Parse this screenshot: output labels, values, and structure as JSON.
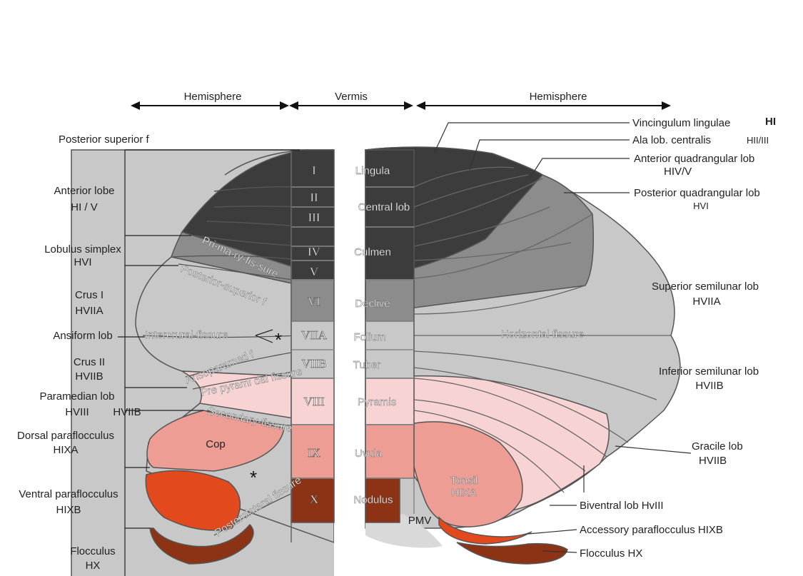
{
  "colors": {
    "dark": "#3c3c3c",
    "mid": "#8c8c8c",
    "light": "#c8c8c8",
    "pale_pink": "#f8d3d3",
    "pink": "#ee9d95",
    "orange": "#e24a1d",
    "brown": "#8c3315"
  },
  "header": {
    "hemisphere_left": "Hemisphere",
    "vermis": "Vermis",
    "hemisphere_right": "Hemisphere"
  },
  "left_labels": {
    "posterior_superior_f": "Posterior superior f",
    "anterior_lobe": "Anterior lobe",
    "anterior_lobe_sub": "HI / V",
    "lobulus_simplex": "Lobulus simplex",
    "lobulus_simplex_sub": "HVI",
    "crus1": "Crus I",
    "crus1_sub": "HVIIA",
    "ansiform": "Ansiform lob",
    "crus2": "Crus II",
    "crus2_sub": "HVIIB",
    "paramedian": "Paramedian lob",
    "paramedian_sub": "HVIII",
    "paramedian_sub2": "HVIIB",
    "dorsal_parafloc": "Dorsal paraflocculus",
    "dorsal_parafloc_sub": "HIXA",
    "ventral_parafloc": "Ventral paraflocculus",
    "ventral_parafloc_sub": "HIXB",
    "flocculus": "Flocculus",
    "flocculus_sub": "HX"
  },
  "lobules": [
    "I",
    "II",
    "III",
    "IV",
    "V",
    "VI",
    "VIIA",
    "VIIB",
    "VIII",
    "IX",
    "X"
  ],
  "vermis_names": [
    "Lingula",
    "Central lob",
    "Culmen",
    "Declive",
    "Folium",
    "Tuber",
    "Pyramis",
    "Uvula",
    "Nodulus"
  ],
  "fissures": {
    "primary": "Pri-ma-ry-fis-sure",
    "posterior_superior": "Posterior-superior f",
    "intercrural": "Intercrural-fissure",
    "ansoparamed": "Ansoparamed f",
    "prepyramidal": "Pre pyrami dal fissure",
    "secondary": "Secondary-fissure",
    "posterolateral": "Posterolateral fissure",
    "horizontal": "Horizontal fissure"
  },
  "markers": {
    "asterisk": "*"
  },
  "inner_labels": {
    "cop": "Cop",
    "tonsil": "Tonsil",
    "tonsil_sub": "HIXA",
    "pmv": "PMV"
  },
  "right_labels": {
    "vincingulum": "Vincingulum lingulae",
    "vincingulum_sub": "HI",
    "ala": "Ala lob. centralis",
    "ala_sub": "HII/III",
    "ant_quad": "Anterior quadrangular lob",
    "ant_quad_sub": "HIV/V",
    "post_quad": "Posterior quadrangular lob",
    "post_quad_sub": "HVI",
    "sup_semilunar": "Superior semilunar lob",
    "sup_semilunar_sub": "HVIIA",
    "inf_semilunar": "Inferior semilunar lob",
    "inf_semilunar_sub": "HVIIB",
    "gracile": "Gracile lob",
    "gracile_sub": "HVIIB",
    "biventral": "Biventral lob HvIII",
    "acc_parafloc": "Accessory paraflocculus HIXB",
    "flocculus_r": "Flocculus HX"
  }
}
